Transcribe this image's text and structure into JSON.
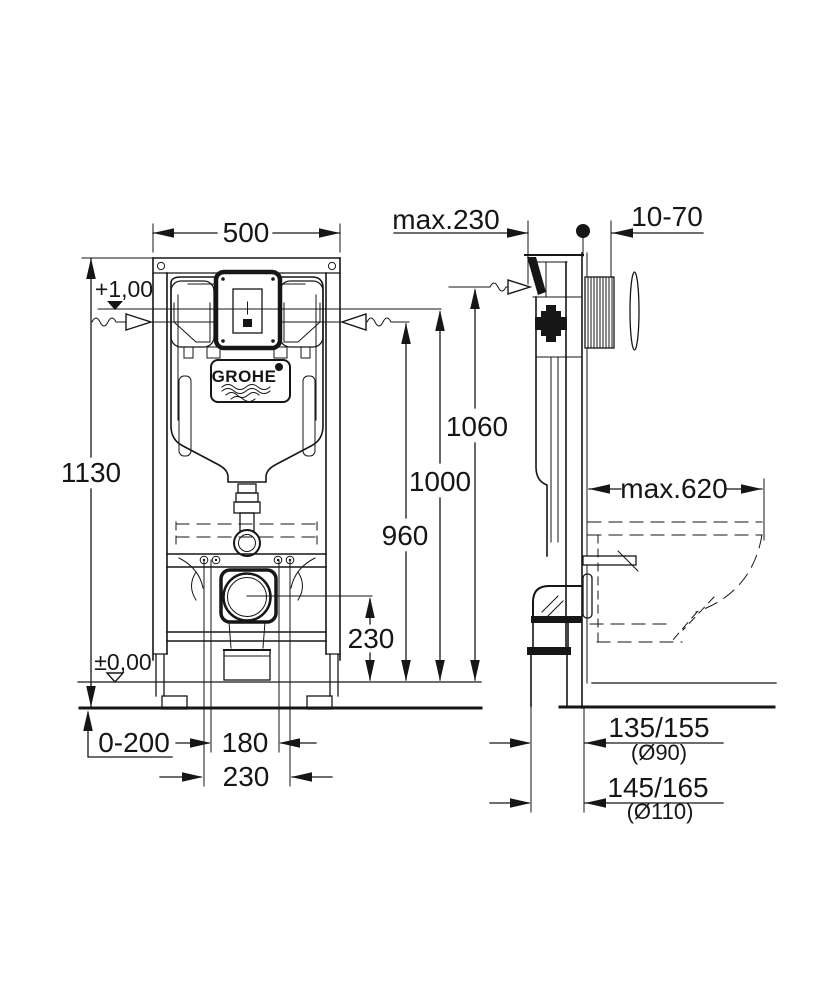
{
  "colors": {
    "ink": "#161616",
    "paper": "#ffffff"
  },
  "brand": {
    "name": "GROHE"
  },
  "front_view": {
    "width": "500",
    "height": "1130",
    "level_top": "+1,00",
    "level_floor": "±0,00",
    "foot_adjust": "0-200",
    "bolt_spacing": "180",
    "outlet_width": "230",
    "drain_height": "230"
  },
  "side_view": {
    "frame_depth": "max.230",
    "wall_thickness": "10-70",
    "height_top": "1060",
    "height_plate": "1000",
    "height_supply": "960",
    "wc_depth": "max.620",
    "outlet_a": "135/155",
    "outlet_a_dia": "(Ø90)",
    "outlet_b": "145/165",
    "outlet_b_dia": "(Ø110)"
  }
}
